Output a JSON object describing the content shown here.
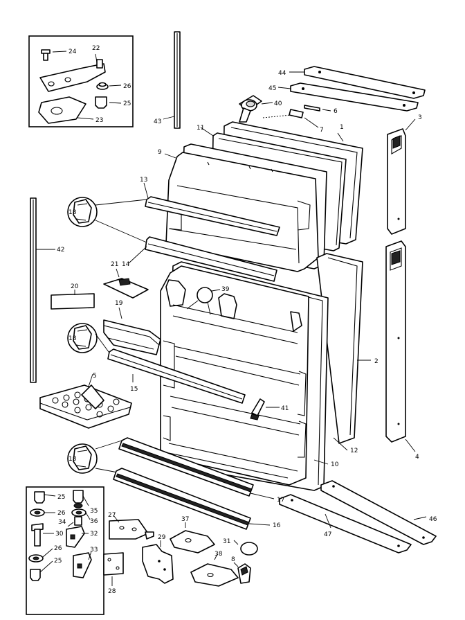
{
  "labels": {
    "p1": "1",
    "p2": "2",
    "p3": "3",
    "p4": "4",
    "p5": "5",
    "p6": "6",
    "p7": "7",
    "p8": "8",
    "p9": "9",
    "p10": "10",
    "p11": "11",
    "p12": "12",
    "p13": "13",
    "p14": "14",
    "p15": "15",
    "p16": "16",
    "p17": "17",
    "p18a": "18",
    "p18b": "18",
    "p18c": "18",
    "p19": "19",
    "p20": "20",
    "p21": "21",
    "p22": "22",
    "p23": "23",
    "p24": "24",
    "p25a": "25",
    "p25b": "25",
    "p25c": "25",
    "p26a": "26",
    "p26b": "26",
    "p26c": "26",
    "p27": "27",
    "p28": "28",
    "p29": "29",
    "p30": "30",
    "p31": "31",
    "p32": "32",
    "p33": "33",
    "p34": "34",
    "p35": "35",
    "p36": "36",
    "p37": "37",
    "p38": "38",
    "p39": "39",
    "p40": "40",
    "p41": "41",
    "p42": "42",
    "p43": "43",
    "p44": "44",
    "p45": "45",
    "p46": "46",
    "p47": "47"
  }
}
